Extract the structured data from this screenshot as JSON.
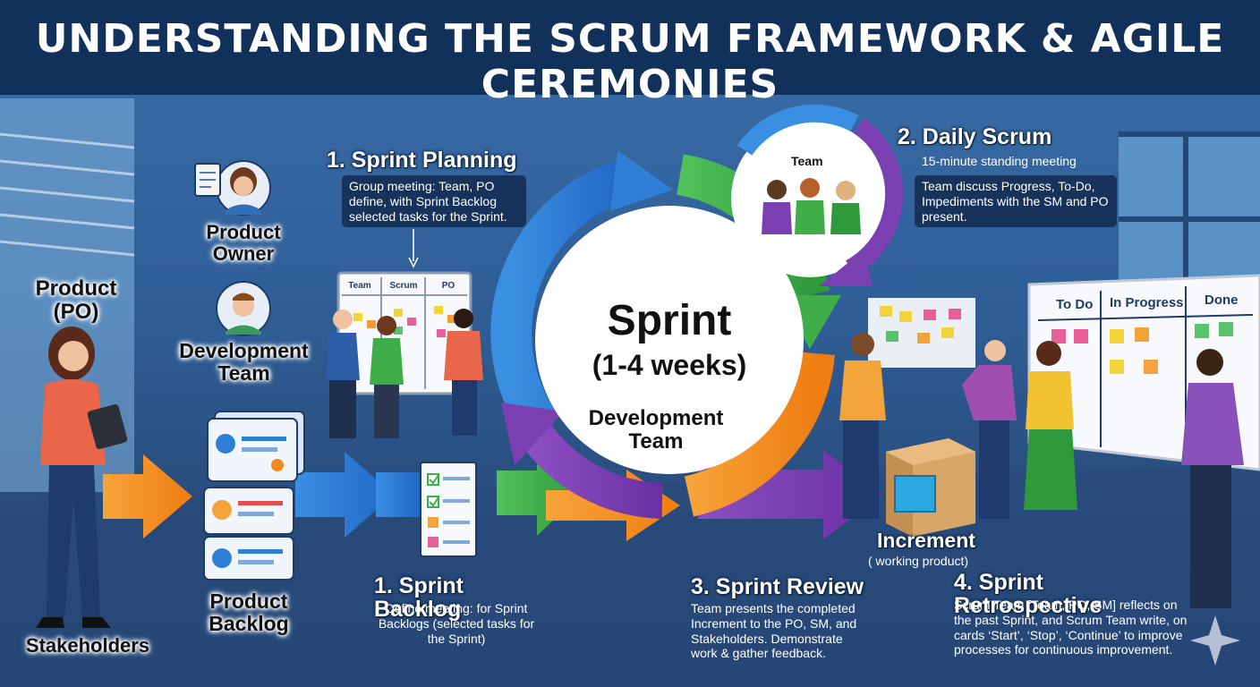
{
  "title": "UNDERSTANDING THE SCRUM FRAMEWORK & AGILE CEREMONIES",
  "roles": {
    "product_po": "Product\n(PO)",
    "product_owner": "Product\nOwner",
    "development_team": "Development\nTeam",
    "stakeholders": "Stakeholders"
  },
  "product_backlog": "Product Backlog",
  "sprint_planning": {
    "heading": "1. Sprint Planning",
    "desc": "Group meeting: Team, PO define, with Sprint Backlog selected tasks for the Sprint."
  },
  "planning_board": {
    "columns": [
      "Team",
      "Scrum",
      "PO"
    ]
  },
  "sprint_backlog": {
    "heading": "1. Sprint Backlog",
    "desc": "Define meeting: for Sprint Backlogs (selected tasks for the Sprint)"
  },
  "sprint_cycle": {
    "title": "Sprint",
    "duration": "(1-4 weeks)",
    "team": "Development\nTeam"
  },
  "daily_scrum": {
    "heading": "2. Daily Scrum",
    "subtitle": "15-minute standing meeting",
    "desc": "Team discuss Progress, To-Do, Impediments with the SM and PO present.",
    "team_label": "Team"
  },
  "sprint_review": {
    "heading": "3. Sprint Review",
    "desc": "Team presents the completed Increment to the PO, SM, and Stakeholders. Demonstrate work & gather feedback."
  },
  "increment": {
    "label": "Increment",
    "sub": "( working product)"
  },
  "retro_board": {
    "columns": [
      "To Do",
      "In Progress",
      "Done"
    ]
  },
  "sprint_retrospective": {
    "heading": "4. Sprint Retrospective",
    "desc": "Scrum Team [Team, PO, SM] reflects on the past Sprint, and Scrum Team write, on cards ‘Start’, ‘Stop’, ‘Continue’ to improve processes for continuous improvement."
  },
  "colors": {
    "header": "#11305a",
    "orange": "#f28a1e",
    "blue": "#2f7fd6",
    "green": "#3fae49",
    "purple": "#7a3fb0",
    "background": "#2f5e97"
  }
}
